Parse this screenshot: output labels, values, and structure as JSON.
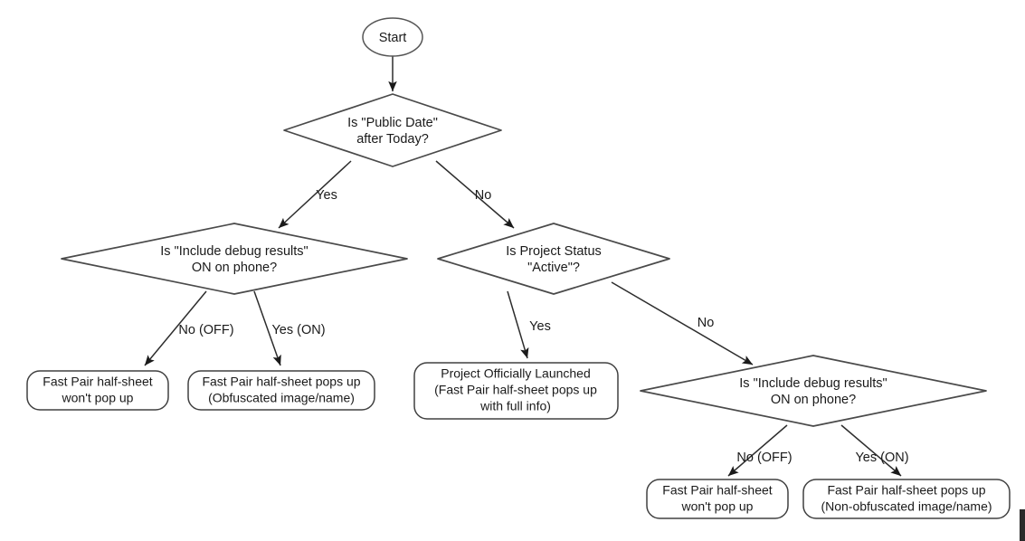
{
  "diagram": {
    "title": "Fast Pair Half-Sheet Decision Flowchart",
    "colors": {
      "background": "#ffffff",
      "node_stroke": "#3a3a3a",
      "edge_stroke": "#2d2d2d",
      "text": "#1a1a1a"
    },
    "nodes": {
      "start": {
        "type": "terminator",
        "label": "Start"
      },
      "public_date": {
        "type": "decision",
        "line1": "Is \"Public Date\"",
        "line2": "after Today?"
      },
      "debug_left": {
        "type": "decision",
        "line1": "Is \"Include debug results\"",
        "line2": "ON on phone?"
      },
      "project_status": {
        "type": "decision",
        "line1": "Is Project Status",
        "line2": "\"Active\"?"
      },
      "debug_right": {
        "type": "decision",
        "line1": "Is \"Include debug results\"",
        "line2": "ON on phone?"
      },
      "no_popup_left": {
        "type": "process",
        "line1": "Fast Pair half-sheet",
        "line2": "won't pop up"
      },
      "obfuscated_popup": {
        "type": "process",
        "line1": "Fast Pair half-sheet pops up",
        "line2": "(Obfuscated image/name)"
      },
      "officially_launched": {
        "type": "process",
        "line1": "Project Officially Launched",
        "line2": "(Fast Pair half-sheet pops up",
        "line3": "with full info)"
      },
      "no_popup_right": {
        "type": "process",
        "line1": "Fast Pair half-sheet",
        "line2": "won't pop up"
      },
      "nonobfuscated_popup": {
        "type": "process",
        "line1": "Fast Pair half-sheet pops up",
        "line2": "(Non-obfuscated image/name)"
      }
    },
    "edge_labels": {
      "public_date_yes": "Yes",
      "public_date_no": "No",
      "debug_left_no": "No (OFF)",
      "debug_left_yes": "Yes (ON)",
      "project_status_yes": "Yes",
      "project_status_no": "No",
      "debug_right_no": "No (OFF)",
      "debug_right_yes": "Yes (ON)"
    }
  }
}
